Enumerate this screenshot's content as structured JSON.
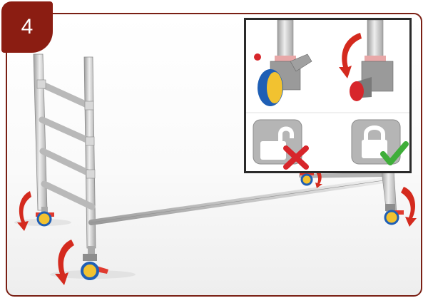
{
  "step": {
    "number": "4"
  },
  "colors": {
    "frame": "#7a1f14",
    "badge": "#8b1d12",
    "arrow": "#d42a1e",
    "wheel_blue": "#1f5fb5",
    "wheel_yellow": "#f2c230",
    "lock_red": "#d7262b",
    "lock_green": "#3fae3a",
    "scaffold": "#c8c8c8"
  },
  "scene": {
    "object": "scaffold-frame-with-castors",
    "castor_count": 4
  },
  "inset": {
    "panels": [
      {
        "name": "castor-unlocked",
        "icon": "unlocked-padlock-icon",
        "status": "incorrect",
        "mark": "cross-icon"
      },
      {
        "name": "castor-locked",
        "icon": "locked-padlock-icon",
        "status": "correct",
        "mark": "check-icon"
      }
    ]
  }
}
